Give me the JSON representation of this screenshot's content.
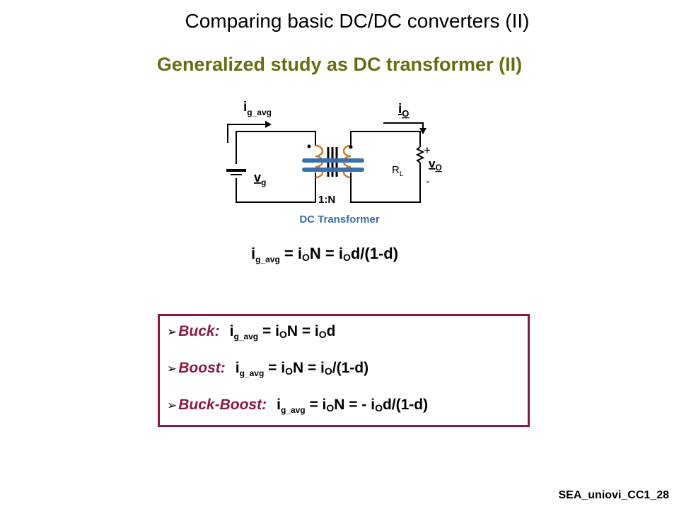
{
  "header": {
    "title": "Comparing basic DC/DC converters (II)",
    "subtitle": "Generalized study as DC transformer (II)"
  },
  "circuit": {
    "ig_base": "i",
    "ig_sub": "g_avg",
    "io_base": "i",
    "io_sub": "O",
    "vg_base": "v",
    "vg_sub": "g",
    "vo_base": "v",
    "vo_sub": "O",
    "rl_base": "R",
    "rl_sub": "L",
    "plus": "+",
    "minus": "-",
    "ratio": "1:N",
    "caption": "DC Transformer",
    "colors": {
      "core": "#3a6fb0",
      "winding": "#c87d2a",
      "caption": "#3a6fb0"
    }
  },
  "main_equation": {
    "i": "i",
    "sub_avg": "g_avg",
    "eq1": " = i",
    "o1": "O",
    "mid": "N = i",
    "o2": "O",
    "tail": "d/(1-d)"
  },
  "converters": [
    {
      "name": "Buck:",
      "i": "i",
      "sub_avg": "g_avg",
      "eq1": " = i",
      "o1": "O",
      "mid": "N = i",
      "o2": "O",
      "tail": "d"
    },
    {
      "name": "Boost:",
      "i": "i",
      "sub_avg": "g_avg",
      "eq1": " = i",
      "o1": "O",
      "mid": "N = i",
      "o2": "O",
      "tail": "/(1-d)"
    },
    {
      "name": "Buck-Boost:",
      "i": "i",
      "sub_avg": "g_avg",
      "eq1": " = i",
      "o1": "O",
      "mid": "N = - i",
      "o2": "O",
      "tail": "d/(1-d)"
    }
  ],
  "colors": {
    "box_border": "#8b1a3a",
    "subtitle": "#6b6b12"
  },
  "footer": "SEA_uniovi_CC1_28"
}
